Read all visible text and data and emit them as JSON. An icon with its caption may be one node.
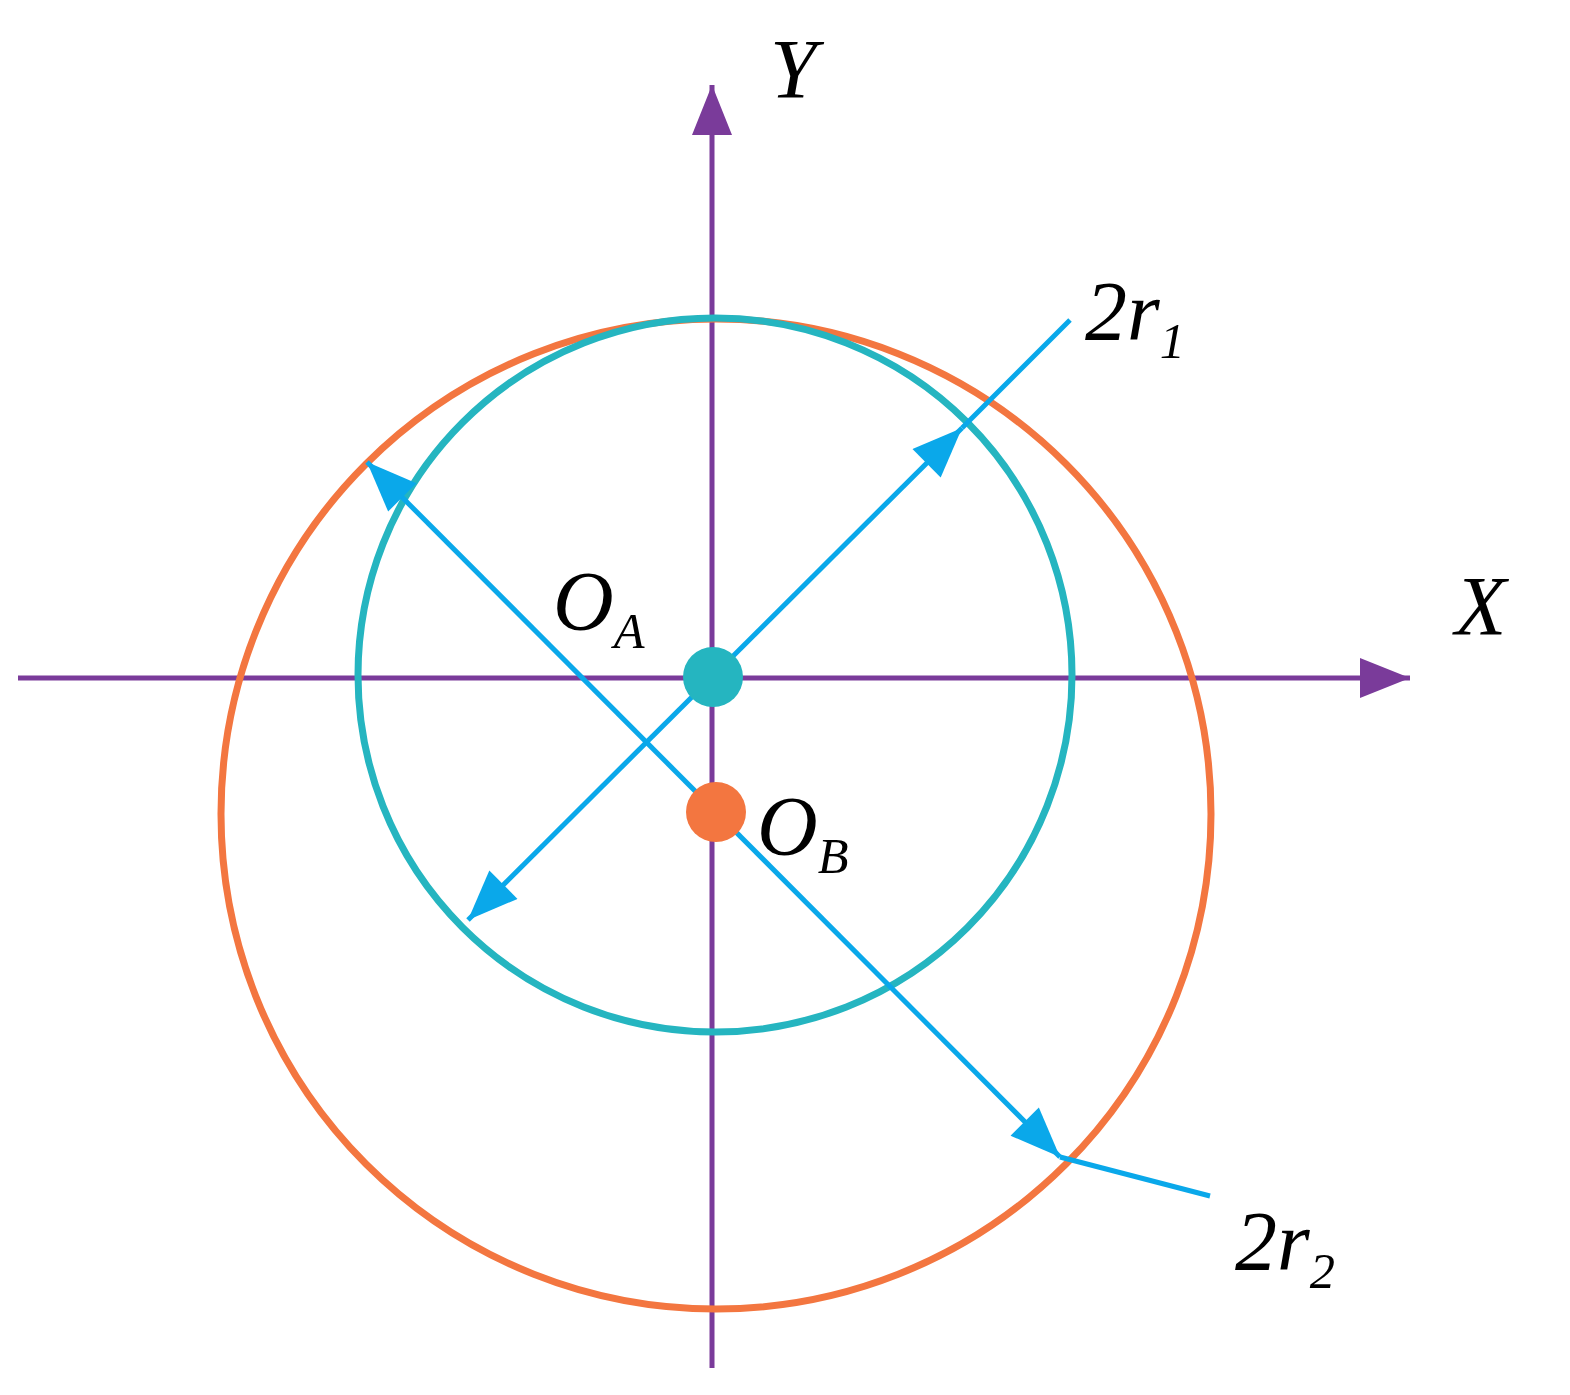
{
  "diagram": {
    "labels": [
      "Y",
      "X",
      "O$_{A}$",
      "O$_{B}$",
      "2r$_{1}$",
      "2r$_{2}$"
    ]
  }
}
